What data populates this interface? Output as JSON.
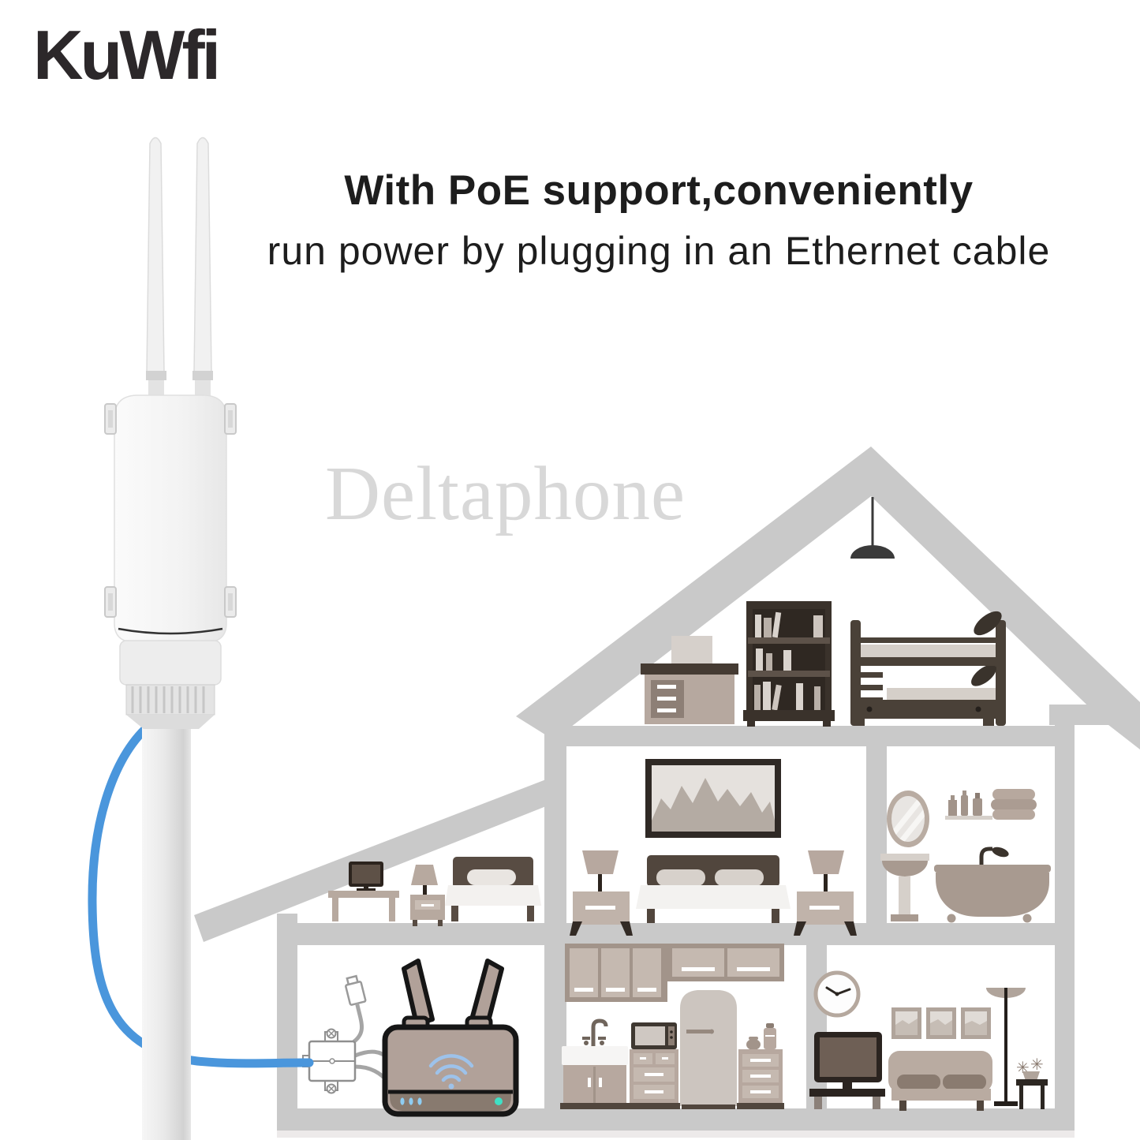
{
  "brand": {
    "logo_text": "KuWfi"
  },
  "headline": {
    "line1": "With PoE support,conveniently",
    "line2": "run power by plugging in an Ethernet cable"
  },
  "watermark": {
    "text": "Deltaphone"
  },
  "palette": {
    "house_gray": "#c9c9c9",
    "accent_blue_cable": "#4a96dc",
    "wifi_blue": "#9dc2ea",
    "led_blue": "#8ecdf2",
    "led_teal": "#3fe0c5",
    "router_body": "#b1a199",
    "text_black": "#1d1d1d",
    "watermark_gray": "#8a8a8a",
    "furniture_dark": "#3a322b",
    "furniture_taupe": "#a2948a",
    "furniture_light": "#c5b9b0"
  },
  "illustration": {
    "outdoor_unit": {
      "name": "outdoor-wifi-ap-on-pole",
      "parts": [
        "antenna-left",
        "antenna-right",
        "ap-body",
        "mount-clips",
        "seam-line",
        "cable-gland",
        "mounting-pole",
        "blue-ethernet-cable"
      ]
    },
    "house": {
      "attic": [
        "pendant-lamp",
        "poster-board",
        "dresser-desk",
        "bookshelf",
        "bunk-bed",
        "leaf-decor"
      ],
      "annex_bedroom": [
        "tv-on-table",
        "nightstand-lamp",
        "single-bed"
      ],
      "master_bedroom": [
        "mountain-picture",
        "table-lamp-left",
        "nightstand-left",
        "double-bed",
        "nightstand-right",
        "table-lamp-right"
      ],
      "bathroom": [
        "oval-mirror",
        "toiletries-shelf",
        "towel-stack",
        "pedestal-sink",
        "clawfoot-bathtub"
      ],
      "kitchen": [
        "wall-cabinets",
        "sink-and-faucet",
        "microwave",
        "drawer-units",
        "refrigerator",
        "jars"
      ],
      "living_room": [
        "wall-clock",
        "tv-on-stand",
        "picture-frames",
        "sofa",
        "floor-lamp",
        "flower-side-table"
      ],
      "network_corner": [
        "poe-injector",
        "rj45-plug",
        "gray-patch-cables",
        "wifi-router",
        "router-wifi-symbol",
        "router-status-leds"
      ]
    }
  }
}
